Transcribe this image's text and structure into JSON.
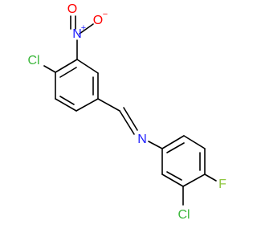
{
  "molecule": {
    "atoms": {
      "chlorine_top": {
        "label": "Cl",
        "color": "#3db83d"
      },
      "nitro_n": {
        "label": "N",
        "color": "#1e1eff",
        "charge": "+"
      },
      "nitro_o": {
        "label": "O",
        "color": "#ff0000",
        "charge": "−"
      },
      "nitro_o_double": {
        "label": "O",
        "color": "#ff0000"
      },
      "imine_n": {
        "label": "N",
        "color": "#1e1eff"
      },
      "chlorine_bottom": {
        "label": "Cl",
        "color": "#3db83d"
      },
      "fluorine": {
        "label": "F",
        "color": "#8fc63f"
      }
    }
  }
}
